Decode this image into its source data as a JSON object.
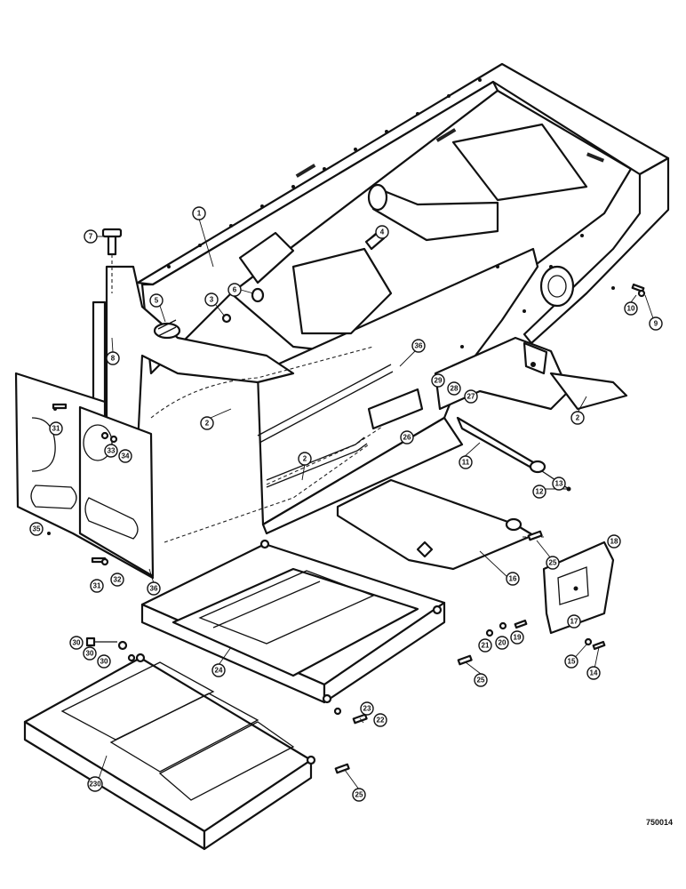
{
  "callouts": [
    {
      "id": "c1",
      "label": "1"
    },
    {
      "id": "c7",
      "label": "7"
    },
    {
      "id": "c4",
      "label": "4"
    },
    {
      "id": "c5",
      "label": "5"
    },
    {
      "id": "c6",
      "label": "6"
    },
    {
      "id": "c3",
      "label": "3"
    },
    {
      "id": "c8",
      "label": "8"
    },
    {
      "id": "c10",
      "label": "10"
    },
    {
      "id": "c9",
      "label": "9"
    },
    {
      "id": "c36a",
      "label": "36"
    },
    {
      "id": "c29",
      "label": "29"
    },
    {
      "id": "c28",
      "label": "28"
    },
    {
      "id": "c27",
      "label": "27"
    },
    {
      "id": "c26",
      "label": "26"
    },
    {
      "id": "c2a",
      "label": "2"
    },
    {
      "id": "c2b",
      "label": "2"
    },
    {
      "id": "c2c",
      "label": "2"
    },
    {
      "id": "c31a",
      "label": "31"
    },
    {
      "id": "c33",
      "label": "33"
    },
    {
      "id": "c34",
      "label": "34"
    },
    {
      "id": "c35",
      "label": "35"
    },
    {
      "id": "c31b",
      "label": "31"
    },
    {
      "id": "c32",
      "label": "32"
    },
    {
      "id": "c36b",
      "label": "36"
    },
    {
      "id": "c11",
      "label": "11"
    },
    {
      "id": "c12",
      "label": "12"
    },
    {
      "id": "c13",
      "label": "13"
    },
    {
      "id": "c25a",
      "label": "25"
    },
    {
      "id": "c16",
      "label": "16"
    },
    {
      "id": "c18",
      "label": "18"
    },
    {
      "id": "c17",
      "label": "17"
    },
    {
      "id": "c21",
      "label": "21"
    },
    {
      "id": "c20",
      "label": "20"
    },
    {
      "id": "c19",
      "label": "19"
    },
    {
      "id": "c15",
      "label": "15"
    },
    {
      "id": "c14",
      "label": "14"
    },
    {
      "id": "c24",
      "label": "24"
    },
    {
      "id": "c25b",
      "label": "25"
    },
    {
      "id": "c23",
      "label": "23"
    },
    {
      "id": "c22",
      "label": "22"
    },
    {
      "id": "c30a",
      "label": "30"
    },
    {
      "id": "c30b",
      "label": "30"
    },
    {
      "id": "c30c",
      "label": "30"
    },
    {
      "id": "c25c",
      "label": "25"
    },
    {
      "id": "c230",
      "label": "230"
    }
  ],
  "drawing_number": "750014"
}
